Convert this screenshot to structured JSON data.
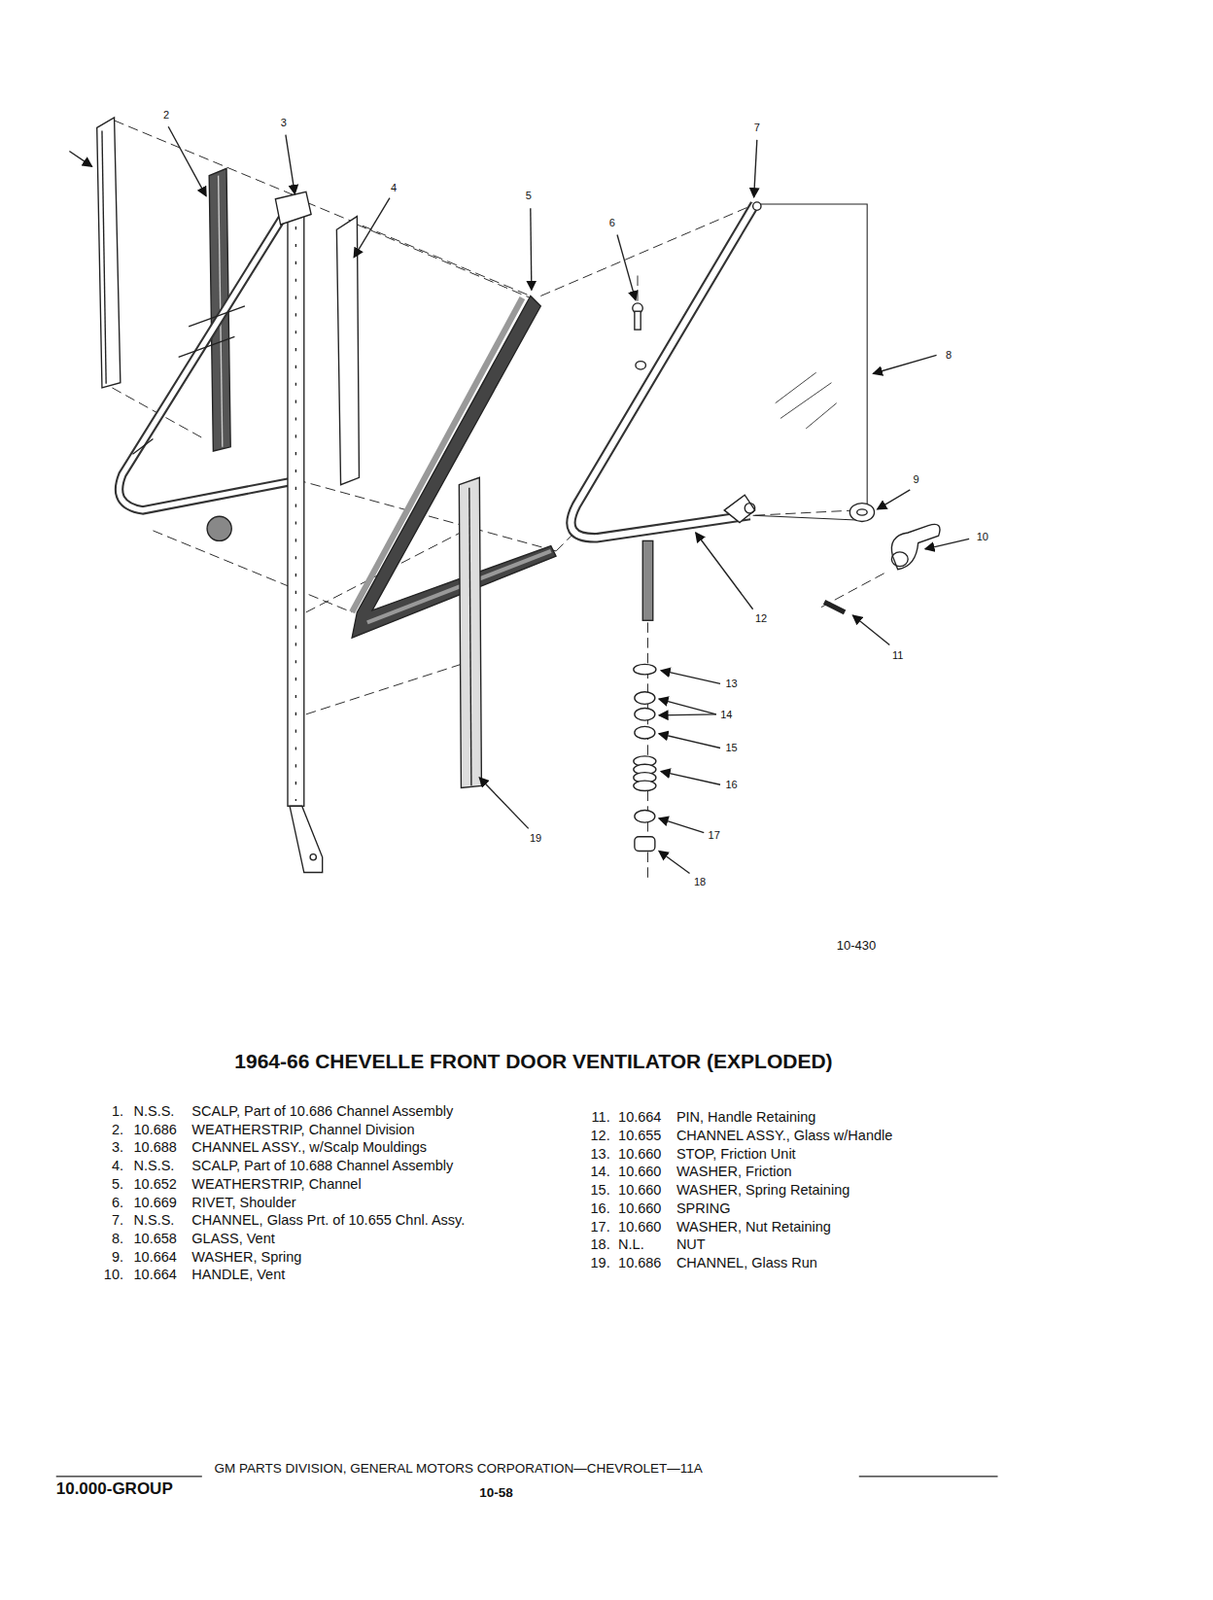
{
  "diagram": {
    "title": "1964-66 CHEVELLE FRONT DOOR VENTILATOR (EXPLODED)",
    "labels": [
      "2",
      "3",
      "4",
      "5",
      "6",
      "7",
      "8",
      "9",
      "10",
      "11",
      "12",
      "13",
      "14",
      "15",
      "16",
      "17",
      "18",
      "19",
      "10-430",
      "1.",
      "N.S.S.",
      "SCALP, Part of 10.686 Channel Assembly",
      "2.",
      "10.686",
      "WEATHERSTRIP, Channel Division",
      "3.",
      "10.688",
      "CHANNEL ASSY., w/Scalp Mouldings",
      "4.",
      "N.S.S.",
      "SCALP, Part of 10.688 Channel Assembly",
      "5.",
      "10.652",
      "WEATHERSTRIP, Channel",
      "6.",
      "10.669",
      "RIVET, Shoulder",
      "7.",
      "N.S.S.",
      "CHANNEL, Glass Prt. of 10.655 Chnl. Assy.",
      "8.",
      "10.658",
      "GLASS, Vent",
      "9.",
      "10.664",
      "WASHER, Spring",
      "10.",
      "10.664",
      "HANDLE, Vent",
      "11.",
      "10.664",
      "PIN, Handle Retaining",
      "12.",
      "10.655",
      "CHANNEL ASSY., Glass w/Handle",
      "13.",
      "10.660",
      "STOP, Friction Unit",
      "14.",
      "10.660",
      "WASHER, Friction",
      "15.",
      "10.660",
      "WASHER, Spring Retaining",
      "16.",
      "10.660",
      "SPRING",
      "17.",
      "10.660",
      "WASHER, Nut Retaining",
      "18.",
      "N.L.",
      "NUT",
      "19.",
      "10.686",
      "CHANNEL, Glass Run",
      "GM PARTS DIVISION, GENERAL MOTORS CORPORATION—CHEVROLET—11A",
      "10.000-GROUP",
      "10-58"
    ]
  }
}
